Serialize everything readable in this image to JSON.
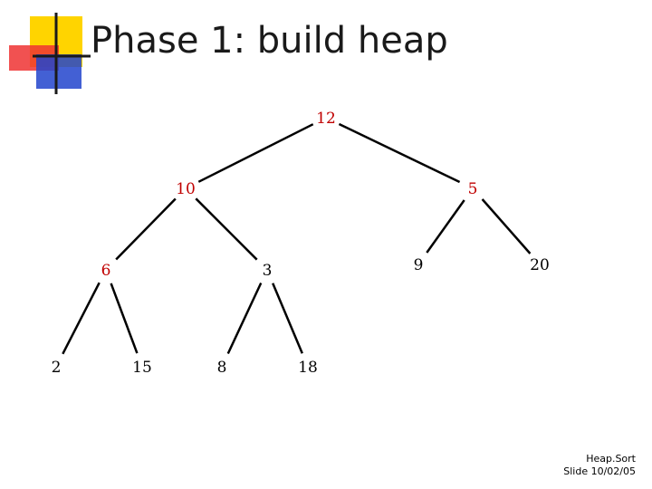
{
  "slide": {
    "title": "Phase 1: build heap",
    "footer_line1": "Heap.Sort",
    "footer_line2": "Slide 10/02/05"
  },
  "colors": {
    "deco_yellow": "#ffd400",
    "deco_red": "#ee3333",
    "deco_blue": "#2244cc",
    "red_text": "#c00000",
    "black_text": "#000000"
  },
  "tree": {
    "nodes": [
      {
        "id": "n12",
        "label": "12",
        "color": "red"
      },
      {
        "id": "n10",
        "label": "10",
        "color": "red"
      },
      {
        "id": "n5",
        "label": "5",
        "color": "red"
      },
      {
        "id": "n6",
        "label": "6",
        "color": "red"
      },
      {
        "id": "n3",
        "label": "3",
        "color": "black"
      },
      {
        "id": "n9",
        "label": "9",
        "color": "black"
      },
      {
        "id": "n20",
        "label": "20",
        "color": "black"
      },
      {
        "id": "n2",
        "label": "2",
        "color": "black"
      },
      {
        "id": "n15",
        "label": "15",
        "color": "black"
      },
      {
        "id": "n8",
        "label": "8",
        "color": "black"
      },
      {
        "id": "n18",
        "label": "18",
        "color": "black"
      }
    ],
    "edges": [
      [
        "n12",
        "n10"
      ],
      [
        "n12",
        "n5"
      ],
      [
        "n10",
        "n6"
      ],
      [
        "n10",
        "n3"
      ],
      [
        "n5",
        "n9"
      ],
      [
        "n5",
        "n20"
      ],
      [
        "n6",
        "n2"
      ],
      [
        "n6",
        "n15"
      ],
      [
        "n3",
        "n8"
      ],
      [
        "n3",
        "n18"
      ]
    ]
  }
}
